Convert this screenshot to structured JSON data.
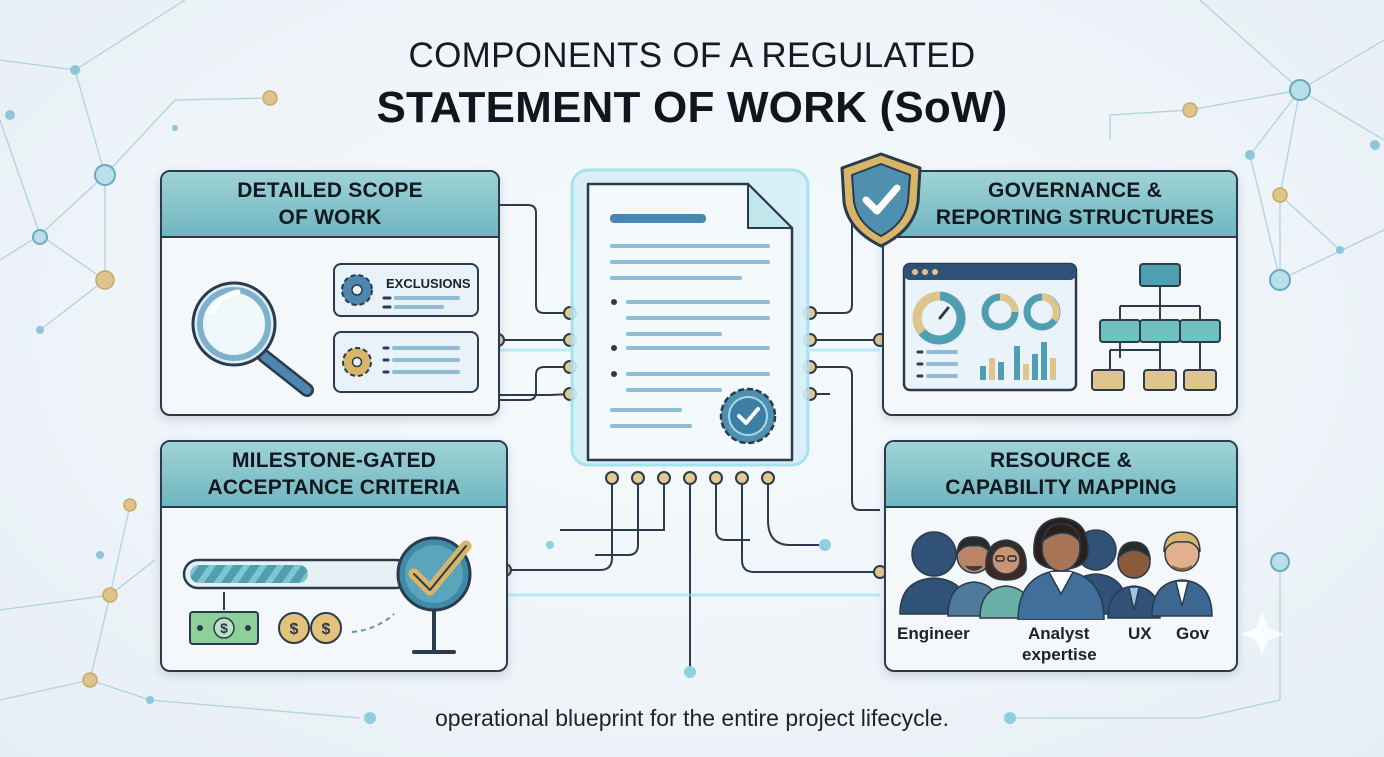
{
  "title": {
    "line1": "COMPONENTS OF A REGULATED",
    "line2": "STATEMENT OF WORK (SoW)"
  },
  "panels": {
    "scope": {
      "heading_line1": "DETAILED SCOPE",
      "heading_line2": "OF WORK",
      "exclusions_label": "EXCLUSIONS"
    },
    "governance": {
      "heading_line1": "GOVERNANCE &",
      "heading_line2": "REPORTING STRUCTURES"
    },
    "milestone": {
      "heading_line1": "MILESTONE-GATED",
      "heading_line2": "ACCEPTANCE CRITERIA",
      "progress_fraction": 0.55
    },
    "resource": {
      "heading_line1": "RESOURCE &",
      "heading_line2": "CAPABILITY MAPPING",
      "roles": [
        "Engineer",
        "Analyst",
        "expertise",
        "UX",
        "Gov"
      ]
    }
  },
  "footer": "operational blueprint for the entire project lifecycle.",
  "colors": {
    "teal": "#6fb6c0",
    "navy": "#2a3b4e",
    "gold": "#d8b873",
    "glow": "#8fe3f0"
  },
  "icons": [
    "magnifier-icon",
    "gear-icon",
    "shield-check-icon",
    "document-icon",
    "seal-icon",
    "org-chart-icon",
    "dashboard-icon",
    "checkmark-gate-icon",
    "banknote-icon",
    "coin-icon"
  ]
}
